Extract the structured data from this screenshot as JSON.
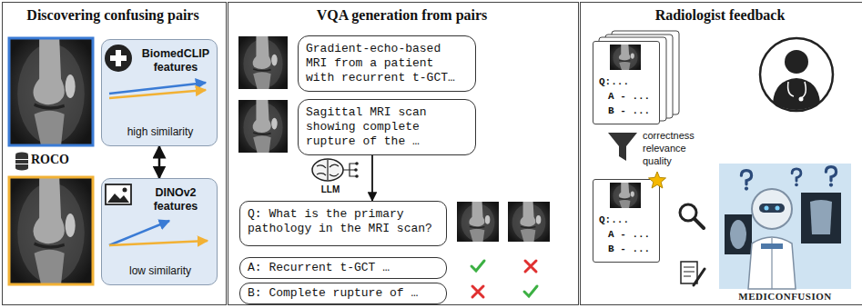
{
  "diagram": {
    "nodes": [
      {
        "text": [
          "Discovering confusing pairs"
        ]
      },
      {
        "text": [
          "BiomedCLIP features",
          "high similarity"
        ],
        "in": 0
      },
      {
        "text": [
          "DINOv2 features",
          "low similarity"
        ],
        "in": 0
      },
      {
        "text": [
          "VQA generation from pairs"
        ]
      },
      {
        "text": [
          "Gradient-echo-based MRI from a patient with recurrent t-GCT…"
        ],
        "in": 3
      },
      {
        "text": [
          "Sagittal MRI scan showing complete rupture of the …"
        ],
        "in": 3
      },
      {
        "text": [
          "Q: What is the primary pathology in the MRI scan?"
        ],
        "in": 3
      },
      {
        "text": [
          "A: Recurrent t-GCT …"
        ],
        "in": 3
      },
      {
        "text": [
          "B: Complete rupture of …"
        ],
        "in": 3
      },
      {
        "text": [
          "Radiologist feedback"
        ]
      },
      {
        "text": [
          "Q:...",
          "A - ...",
          "B - ..."
        ],
        "in": 9
      },
      {
        "text": [
          "Q:...",
          "A - ...",
          "B - ..."
        ],
        "in": 9
      }
    ],
    "edges": [
      {
        "from": 1,
        "to": 2,
        "arrow": "both"
      },
      {
        "from": 5,
        "to": 6,
        "arrow": "to"
      }
    ],
    "labels": [
      "ROCO",
      "LLM",
      "correctness",
      "relevance",
      "quality",
      "MEDICONFUSION"
    ]
  }
}
